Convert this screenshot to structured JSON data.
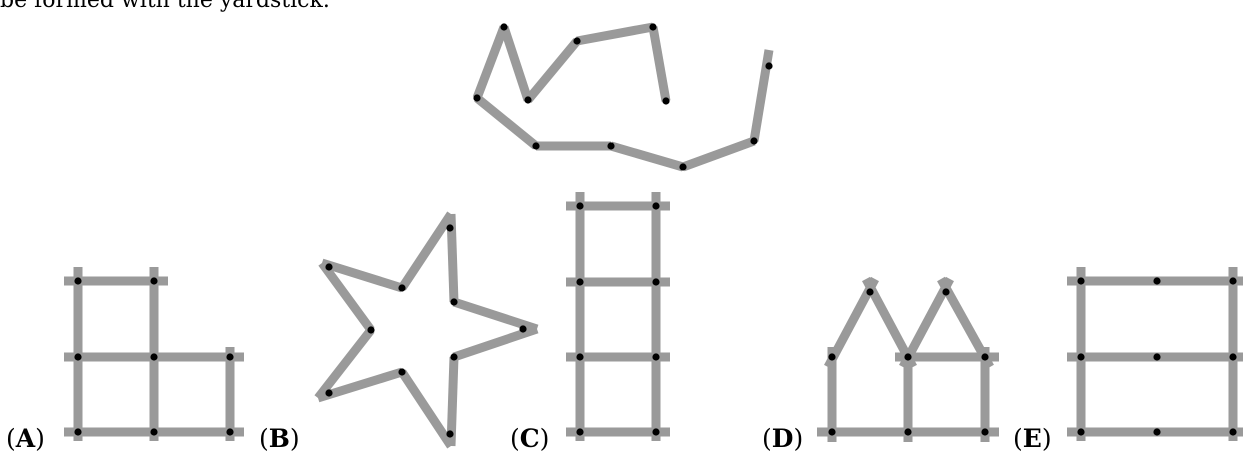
{
  "header_text": "be formed with the yardstick.",
  "options": [
    {
      "key": "A",
      "label": "A"
    },
    {
      "key": "B",
      "label": "B"
    },
    {
      "key": "C",
      "label": "C"
    },
    {
      "key": "D",
      "label": "D"
    },
    {
      "key": "E",
      "label": "E"
    }
  ],
  "colors": {
    "stick": "#9a9a9a",
    "joint": "#000000",
    "text": "#000000"
  }
}
